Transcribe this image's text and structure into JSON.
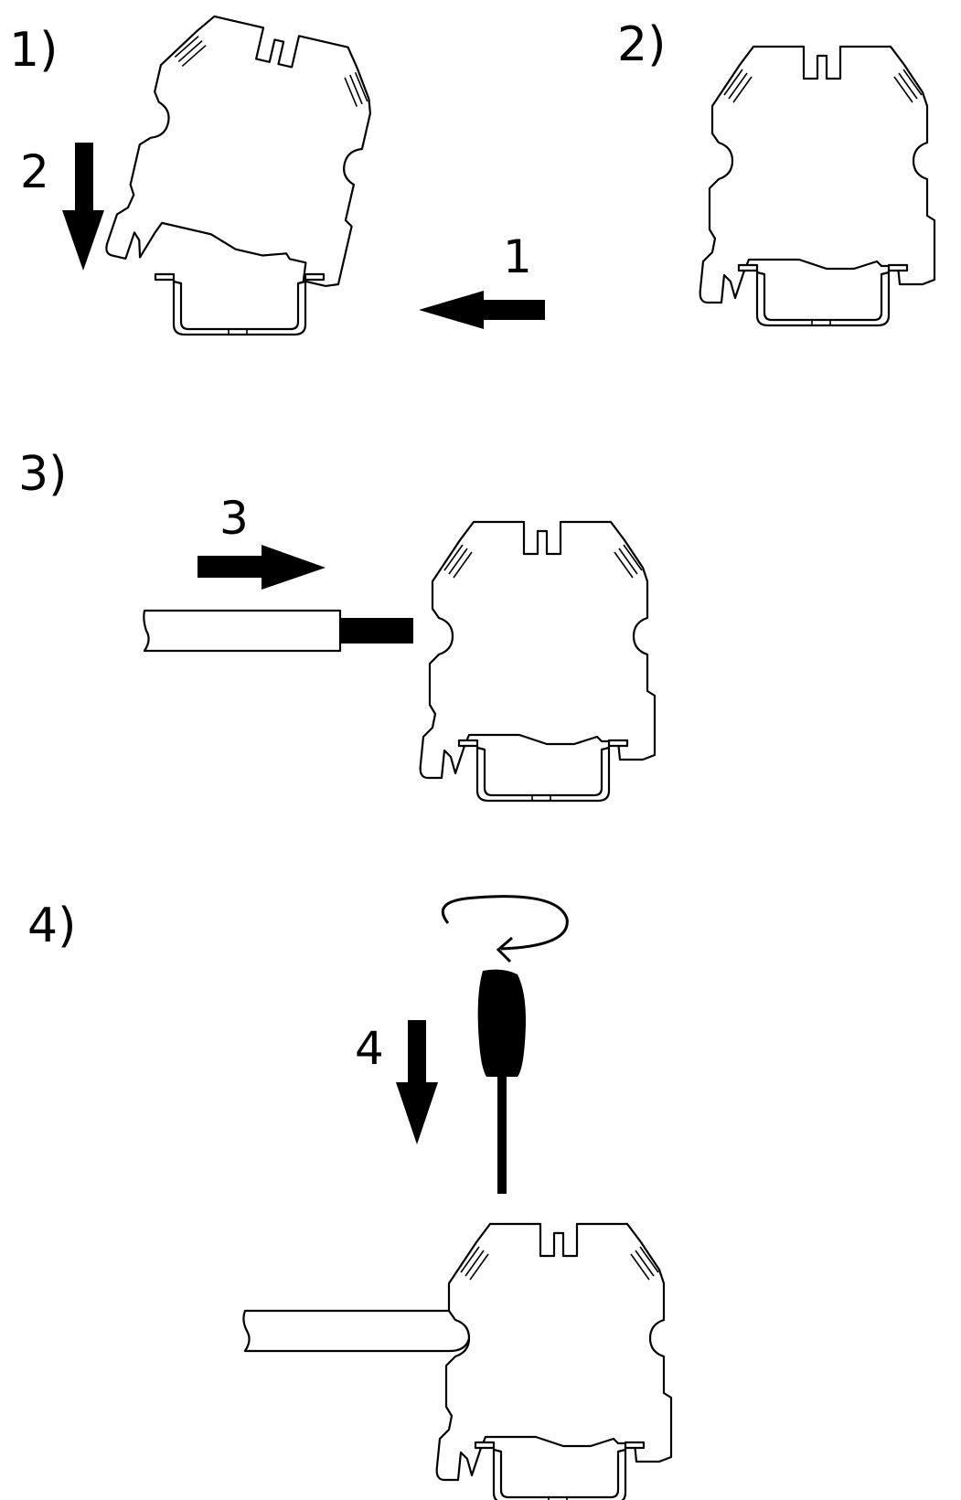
{
  "steps": [
    {
      "label": "1)",
      "arrows": [
        "2",
        "1"
      ]
    },
    {
      "label": "2)",
      "arrows": []
    },
    {
      "label": "3)",
      "arrows": [
        "3"
      ]
    },
    {
      "label": "4)",
      "arrows": [
        "4"
      ]
    }
  ],
  "colors": {
    "ink": "#000000",
    "paper": "#ffffff"
  },
  "icons": [
    "terminal-block-icon",
    "din-rail-icon",
    "wire-icon",
    "screwdriver-icon",
    "rotate-arrow-icon",
    "arrow-icon"
  ]
}
